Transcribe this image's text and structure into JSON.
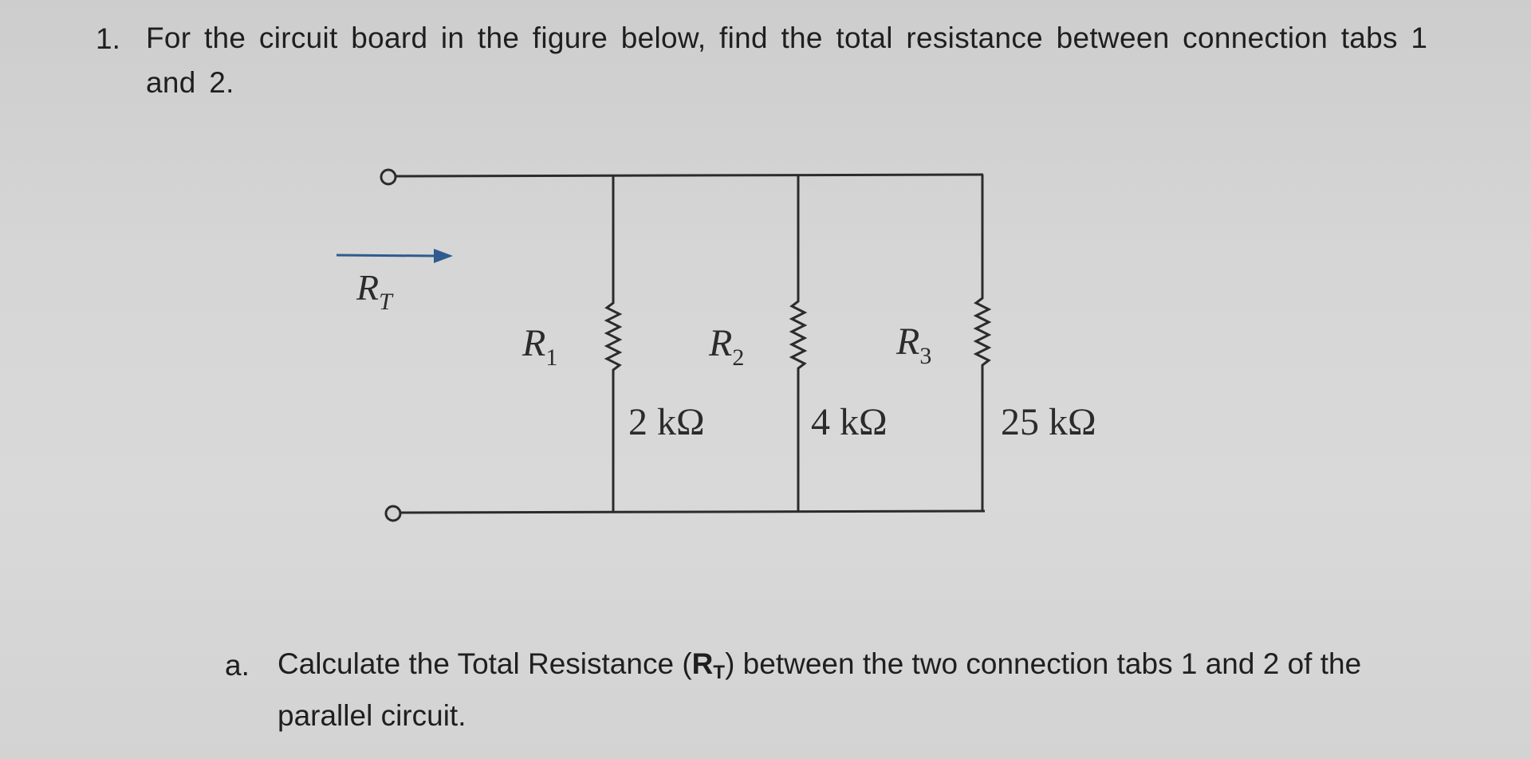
{
  "question": {
    "number": "1.",
    "text": "For the circuit board in the figure below, find the total resistance between connection tabs 1 and 2."
  },
  "figure": {
    "rt_label": {
      "main": "R",
      "sub": "T"
    },
    "resistors": [
      {
        "label": "R",
        "sub": "1",
        "value": "2 kΩ"
      },
      {
        "label": "R",
        "sub": "2",
        "value": "4 kΩ"
      },
      {
        "label": "R",
        "sub": "3",
        "value": "25 kΩ"
      }
    ],
    "colors": {
      "wire": "#2b2b2b",
      "arrow": "#2f5b8f"
    }
  },
  "subquestion": {
    "letter": "a.",
    "text_before": "Calculate the Total Resistance (",
    "rt_main": "R",
    "rt_sub": "T",
    "text_after": ") between the two connection tabs 1 and 2 of the parallel circuit."
  }
}
